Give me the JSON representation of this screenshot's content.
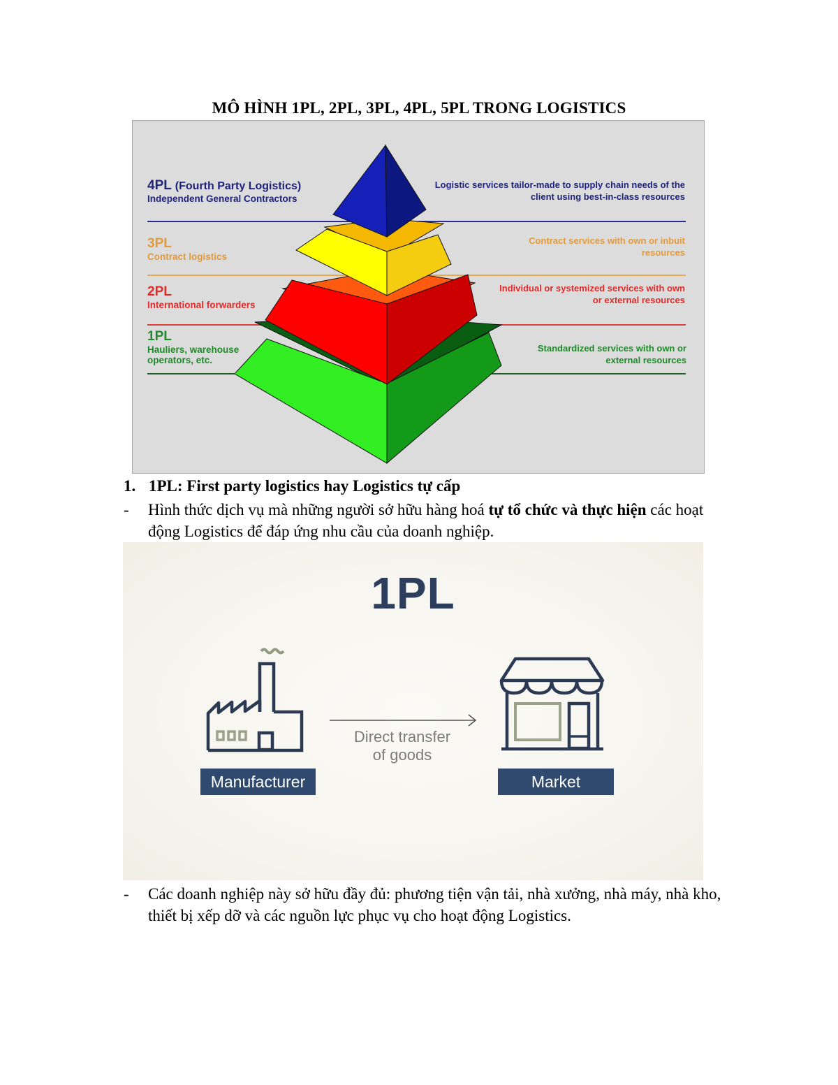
{
  "document": {
    "title": "MÔ HÌNH 1PL, 2PL, 3PL, 4PL, 5PL TRONG LOGISTICS"
  },
  "pyramid_figure": {
    "background": "#dcdcdc",
    "levels": [
      {
        "id": "4pl",
        "name": "4PL",
        "name_detail": "(Fourth Party Logistics)",
        "subtitle": "Independent General Contractors",
        "description_line1": "Logistic services tailor-made to supply chain needs of the",
        "description_line2": "client using best-in-class resources",
        "color": "#1f237a",
        "face_color": "#1420a0"
      },
      {
        "id": "3pl",
        "name": "3PL",
        "subtitle": "Contract logistics",
        "description_line1": "Contract services with own or inbuit",
        "description_line2": "resources",
        "color": "#e39a3a",
        "face_color": "#ffff00"
      },
      {
        "id": "2pl",
        "name": "2PL",
        "subtitle": "International forwarders",
        "description_line1": "Individual or systemized services with own",
        "description_line2": "or external resources",
        "color": "#e02b2b",
        "face_color": "#ff0000"
      },
      {
        "id": "1pl",
        "name": "1PL",
        "subtitle_line1": "Hauliers, warehouse",
        "subtitle_line2": "operators, etc.",
        "description_line1": "Standardized services with own or",
        "description_line2": "external resources",
        "color": "#1f8a2a",
        "face_color": "#33ee22"
      }
    ]
  },
  "section1": {
    "number": "1.",
    "heading": "1PL: First party logistics hay Logistics tự cấp",
    "bullet1": {
      "dash": "-",
      "text_before": "Hình thức dịch vụ mà những người sở hữu hàng hoá ",
      "text_bold1": "tự tổ chức và thực hiện",
      "text_after": " các hoạt động Logistics để đáp ứng nhu cầu của doanh nghiệp."
    },
    "bullet2": {
      "dash": "-",
      "text": "Các doanh nghiệp này sở hữu đầy đủ: phương tiện vận tải, nhà xưởng, nhà máy, nhà kho, thiết bị xếp dỡ và các nguồn lực phục vụ cho hoạt động Logistics."
    }
  },
  "onepl_figure": {
    "title": "1PL",
    "left_label": "Manufacturer",
    "right_label": "Market",
    "flow_line1": "Direct transfer",
    "flow_line2": "of goods",
    "icons": [
      "factory-icon",
      "arrow-right-icon",
      "storefront-icon"
    ],
    "colors": {
      "navy": "#2f4a6e",
      "olive": "#9aa38a",
      "text_gray": "#7b7b7b"
    }
  }
}
